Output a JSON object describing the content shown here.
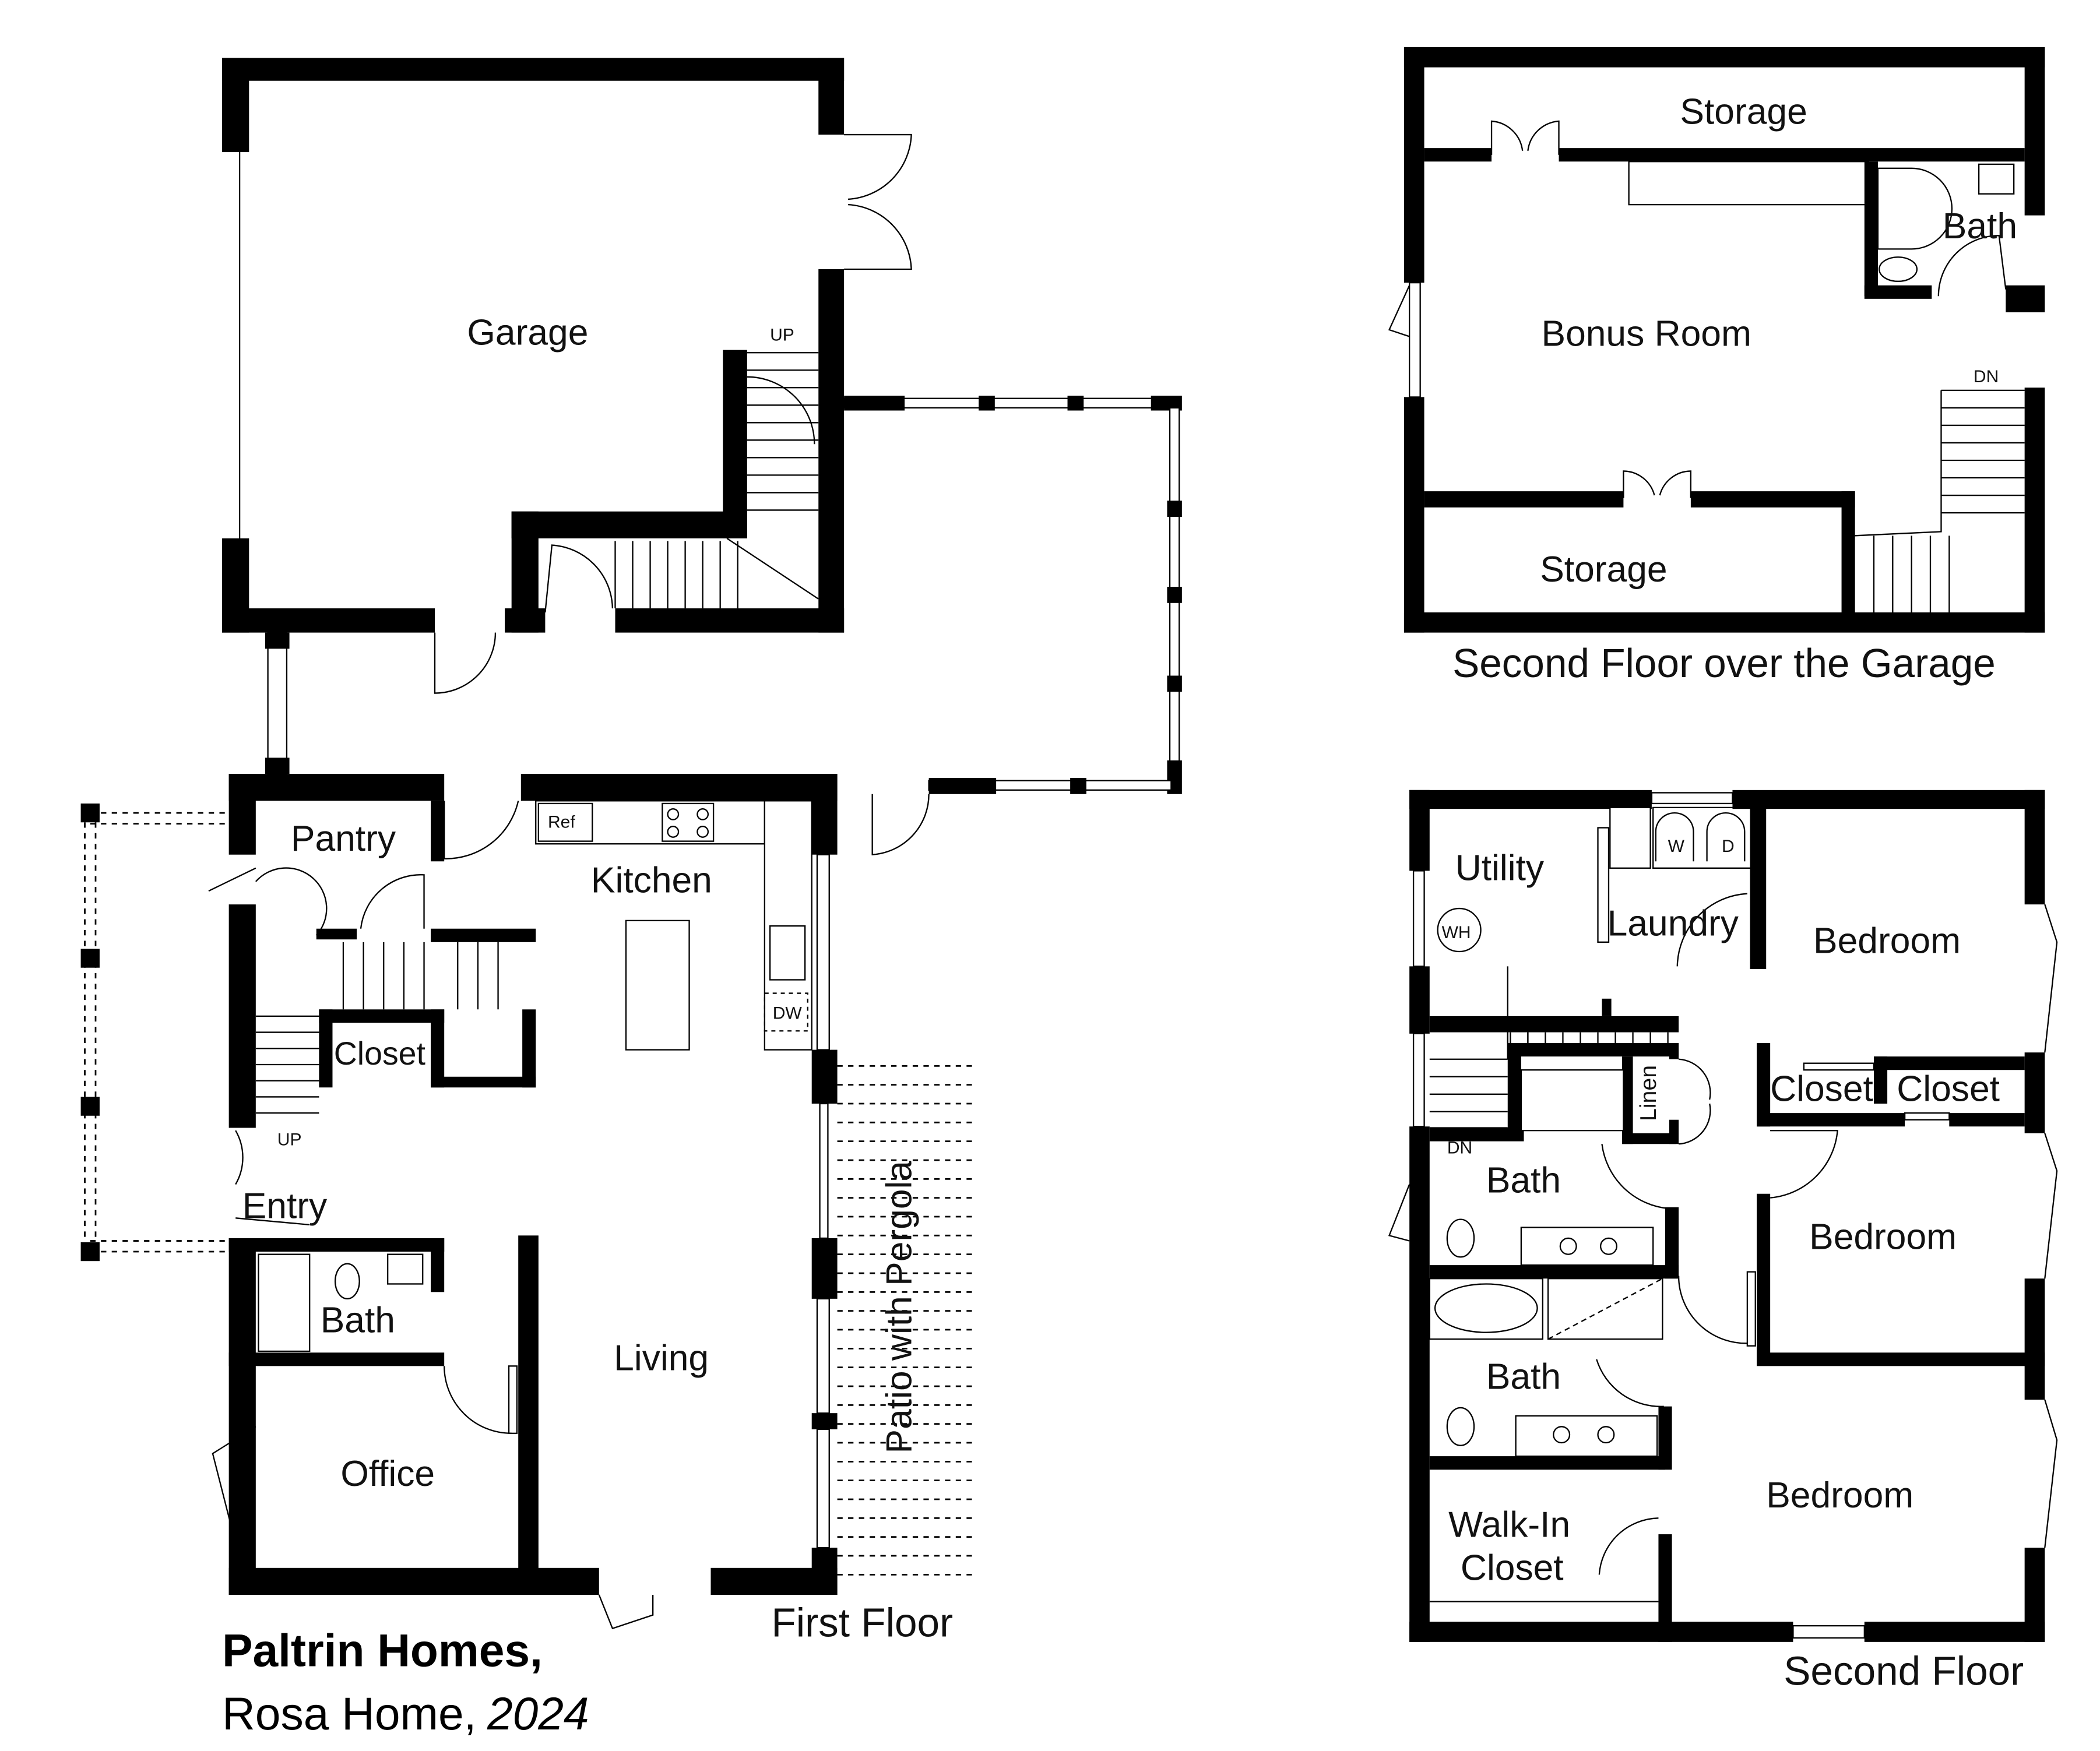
{
  "title": {
    "company": "Paltrin Homes,",
    "home": "Rosa Home,",
    "year": "2024"
  },
  "first_floor": {
    "caption": "First Floor",
    "rooms": {
      "garage": "Garage",
      "pantry": "Pantry",
      "kitchen": "Kitchen",
      "closet": "Closet",
      "entry": "Entry",
      "bath": "Bath",
      "office": "Office",
      "living": "Living",
      "patio": "Patio with Pergola"
    },
    "fixtures": {
      "ref": "Ref",
      "dw": "DW",
      "up_garage": "UP",
      "up_entry": "UP"
    }
  },
  "garage_second_floor": {
    "caption": "Second Floor over the Garage",
    "rooms": {
      "storage_top": "Storage",
      "bonus": "Bonus Room",
      "bath": "Bath",
      "storage_bottom": "Storage"
    },
    "fixtures": {
      "dn": "DN"
    }
  },
  "second_floor": {
    "caption": "Second Floor",
    "rooms": {
      "utility": "Utility",
      "laundry": "Laundry",
      "bedroom1": "Bedroom",
      "linen": "Linen",
      "closet1": "Closet",
      "closet2": "Closet",
      "bath1": "Bath",
      "bedroom2": "Bedroom",
      "bath2": "Bath",
      "walkin1": "Walk-In",
      "walkin2": "Closet",
      "bedroom3": "Bedroom"
    },
    "fixtures": {
      "wh": "WH",
      "w": "W",
      "d": "D",
      "dn": "DN"
    }
  }
}
